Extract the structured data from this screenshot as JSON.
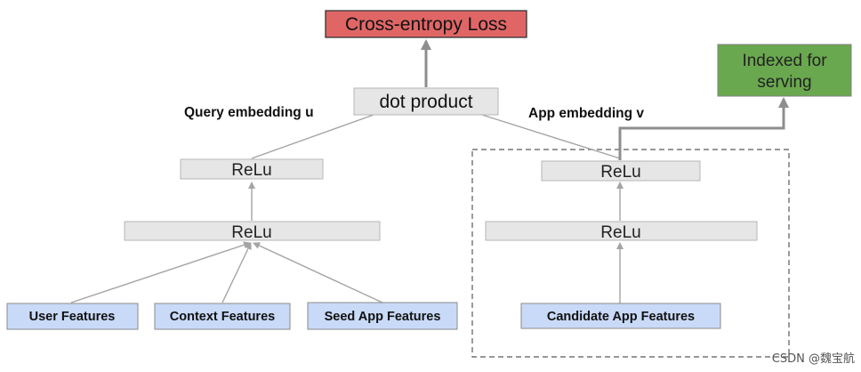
{
  "nodes": {
    "loss": "Cross-entropy Loss",
    "dot": "dot product",
    "index_line1": "Indexed for",
    "index_line2": "serving",
    "query_relu_top": "ReLu",
    "query_relu_bottom": "ReLu",
    "app_relu_top": "ReLu",
    "app_relu_bottom": "ReLu"
  },
  "labels": {
    "query_embedding": "Query embedding u",
    "app_embedding": "App embedding v"
  },
  "features": {
    "user": "User Features",
    "context": "Context Features",
    "seed": "Seed App Features",
    "candidate": "Candidate App Features"
  },
  "watermark": "CSDN @魏宝航",
  "colors": {
    "loss_fill": "#e06666",
    "index_fill": "#6aa84f",
    "feature_fill": "#c9daf8",
    "layer_fill": "#e6e6e6"
  }
}
